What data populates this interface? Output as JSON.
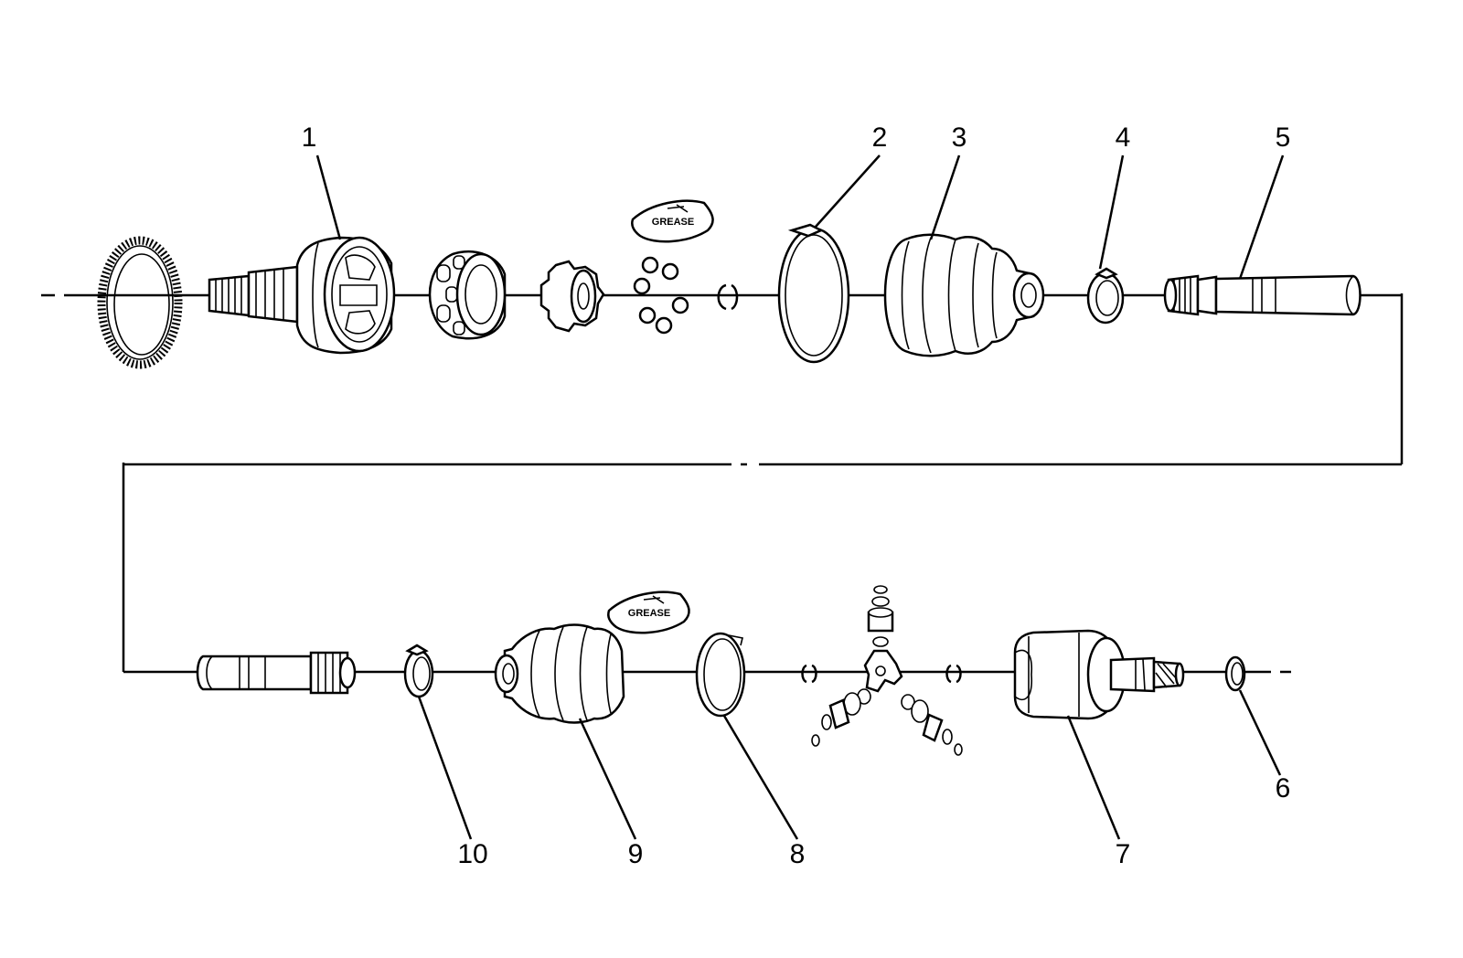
{
  "callouts": {
    "c1": "1",
    "c2": "2",
    "c3": "3",
    "c4": "4",
    "c5": "5",
    "c6": "6",
    "c7": "7",
    "c8": "8",
    "c9": "9",
    "c10": "10"
  },
  "grease_labels": {
    "top": "GREASE",
    "bottom": "GREASE"
  },
  "colors": {
    "ink": "#000000",
    "paper": "#ffffff"
  }
}
